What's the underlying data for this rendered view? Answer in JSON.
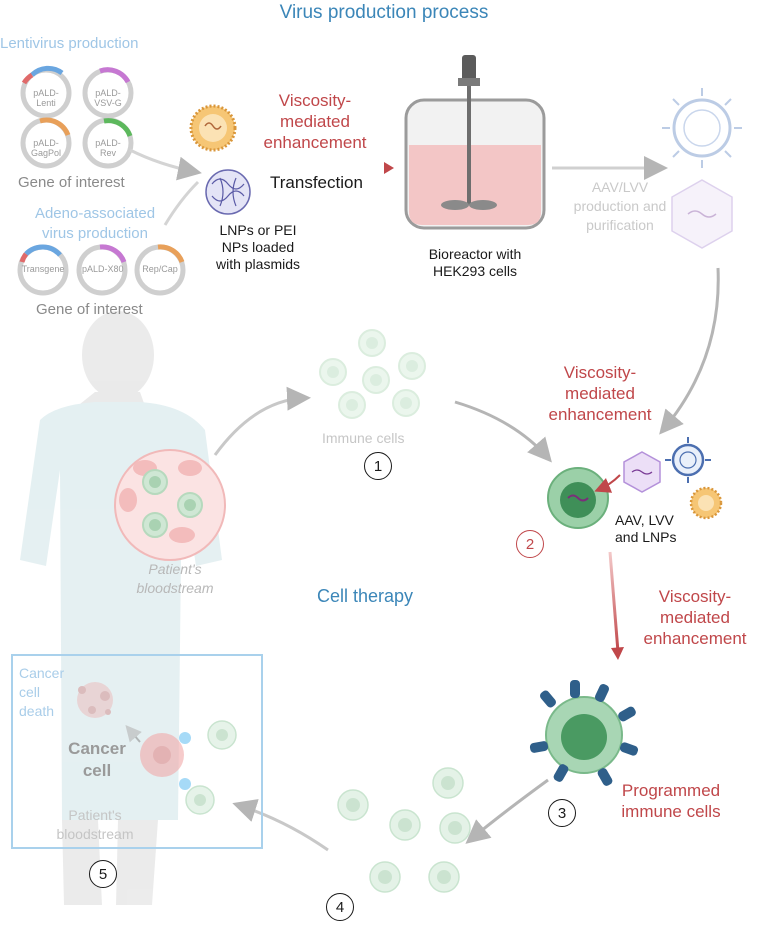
{
  "title": "Virus production process",
  "lentivirus": {
    "heading": "Lentivirus production",
    "plasmids": [
      "pALD-Lenti",
      "pALD-VSV-G",
      "pALD-GagPol",
      "pALD-Rev"
    ],
    "caption": "Gene of interest"
  },
  "aav": {
    "heading_line1": "Adeno-associated",
    "heading_line2": "virus production",
    "plasmids": [
      "Transgene",
      "pALD-X80",
      "Rep/Cap"
    ],
    "caption": "Gene of interest"
  },
  "transfection": {
    "viscosity_line1": "Viscosity-",
    "viscosity_line2": "mediated",
    "viscosity_line3": "enhancement",
    "label": "Transfection"
  },
  "nanoparticles": {
    "line1": "LNPs or PEI",
    "line2": "NPs loaded",
    "line3": "with plasmids"
  },
  "bioreactor": {
    "line1": "Bioreactor with",
    "line2": "HEK293 cells"
  },
  "purification": {
    "line1": "AAV/LVV",
    "line2": "production and",
    "line3": "purification"
  },
  "step_right": {
    "line1": "Viscosity-",
    "line2": "mediated",
    "line3": "enhancement"
  },
  "immune_cells": "Immune cells",
  "vectors": {
    "line1": "AAV, LVV",
    "line2": "and LNPs"
  },
  "step_lower": {
    "line1": "Viscosity-",
    "line2": "mediated",
    "line3": "enhancement"
  },
  "patient_bloodstream": {
    "line1": "Patient's",
    "line2": "bloodstream"
  },
  "cell_therapy": "Cell therapy",
  "programmed": {
    "line1": "Programmed",
    "line2": "immune cells"
  },
  "inset": {
    "death_line1": "Cancer",
    "death_line2": "cell",
    "death_line3": "death",
    "cancer_line1": "Cancer",
    "cancer_line2": "cell",
    "blood_line1": "Patient's",
    "blood_line2": "bloodstream"
  },
  "steps": [
    "1",
    "2",
    "3",
    "4",
    "5"
  ],
  "colors": {
    "title_blue": "#3b86b8",
    "light_blue": "#9fc6e6",
    "red": "#c0474a",
    "cell_green": "#8cc79a",
    "receptor_blue": "#2f5f8a"
  }
}
